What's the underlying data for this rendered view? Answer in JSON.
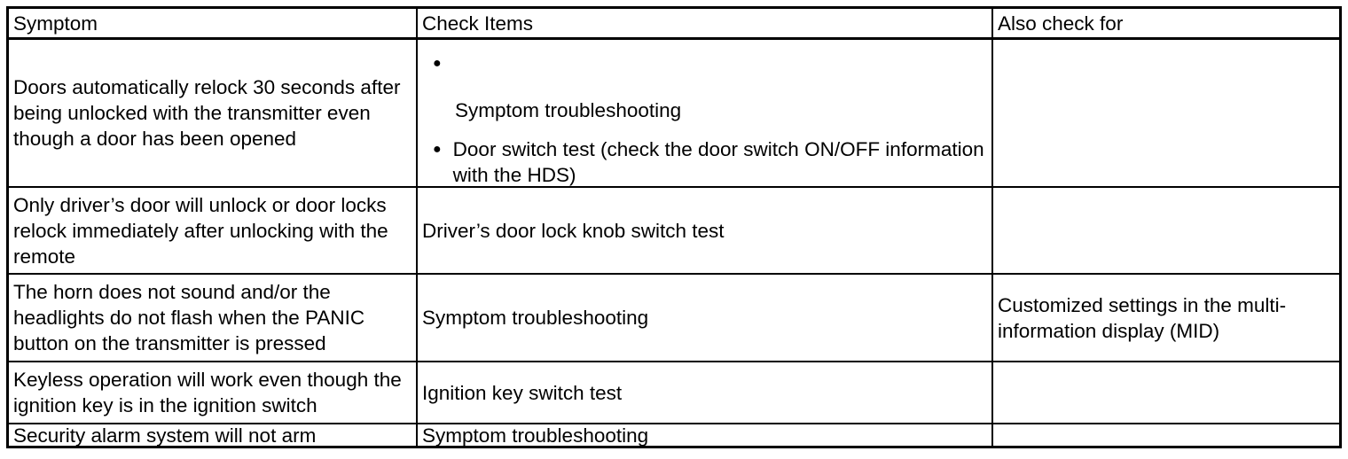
{
  "table": {
    "columns": [
      "Symptom",
      "Check Items",
      "Also check for"
    ],
    "bullet_glyph": "●",
    "rows": [
      {
        "symptom": "Doors automatically relock 30 seconds after being unlocked with the transmitter even though a door has been opened",
        "check_items": [
          "Symptom troubleshooting",
          "Door switch test (check the door switch ON/OFF information with the HDS)"
        ],
        "also_check": ""
      },
      {
        "symptom": "Only driver’s door will unlock or door locks relock immediately after unlocking with the remote",
        "check_items": [
          "Driver’s door lock knob switch test"
        ],
        "also_check": ""
      },
      {
        "symptom": "The horn does not sound and/or the headlights do not flash when the PANIC button on the transmitter is pressed",
        "check_items": [
          "Symptom troubleshooting"
        ],
        "also_check": "Customized settings in the multi-information display (MID)"
      },
      {
        "symptom": "Keyless operation will work even though the ignition key is in the ignition switch",
        "check_items": [
          "Ignition key switch test"
        ],
        "also_check": ""
      },
      {
        "symptom": "Security alarm system will not arm",
        "check_items": [
          "Symptom troubleshooting"
        ],
        "also_check": ""
      }
    ]
  }
}
